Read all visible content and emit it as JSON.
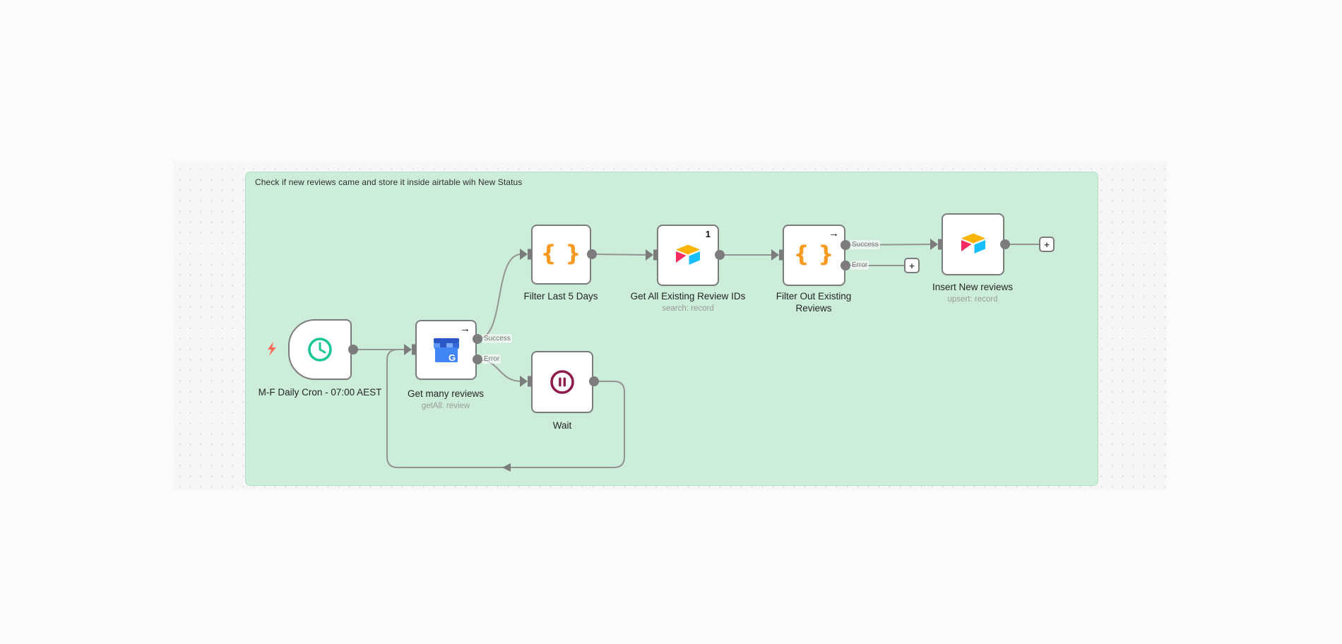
{
  "sticky": {
    "title": "Check if new reviews came and store it inside airtable wih New Status"
  },
  "nodes": {
    "trigger": {
      "label": "M-F Daily Cron - 07:00 AEST"
    },
    "get_reviews": {
      "label": "Get many reviews",
      "sublabel": "getAll: review"
    },
    "wait": {
      "label": "Wait"
    },
    "filter_last": {
      "label": "Filter Last 5 Days"
    },
    "get_all": {
      "label": "Get All Existing Review IDs",
      "sublabel": "search: record",
      "badge": "1"
    },
    "filter_out": {
      "label": "Filter Out Existing Reviews"
    },
    "insert": {
      "label": "Insert New reviews",
      "sublabel": "upsert: record"
    }
  },
  "connection_labels": {
    "success": "Success",
    "error": "Error"
  },
  "icons": {
    "braces": "{ }",
    "arrow_right": "→",
    "plus": "+",
    "google_g": "G"
  },
  "colors": {
    "sticky_bg": "#cbedd9",
    "clock": "#1ac795",
    "bolt": "#ff6d5a",
    "code_braces": "#fb9a23",
    "wait_pause": "#8e1d4b",
    "airtable_yellow": "#fcb400",
    "airtable_pink": "#f82b60",
    "airtable_cyan": "#18bfff",
    "google_blue": "#4285f4",
    "connector": "#7c7c7c",
    "line": "#949494"
  }
}
